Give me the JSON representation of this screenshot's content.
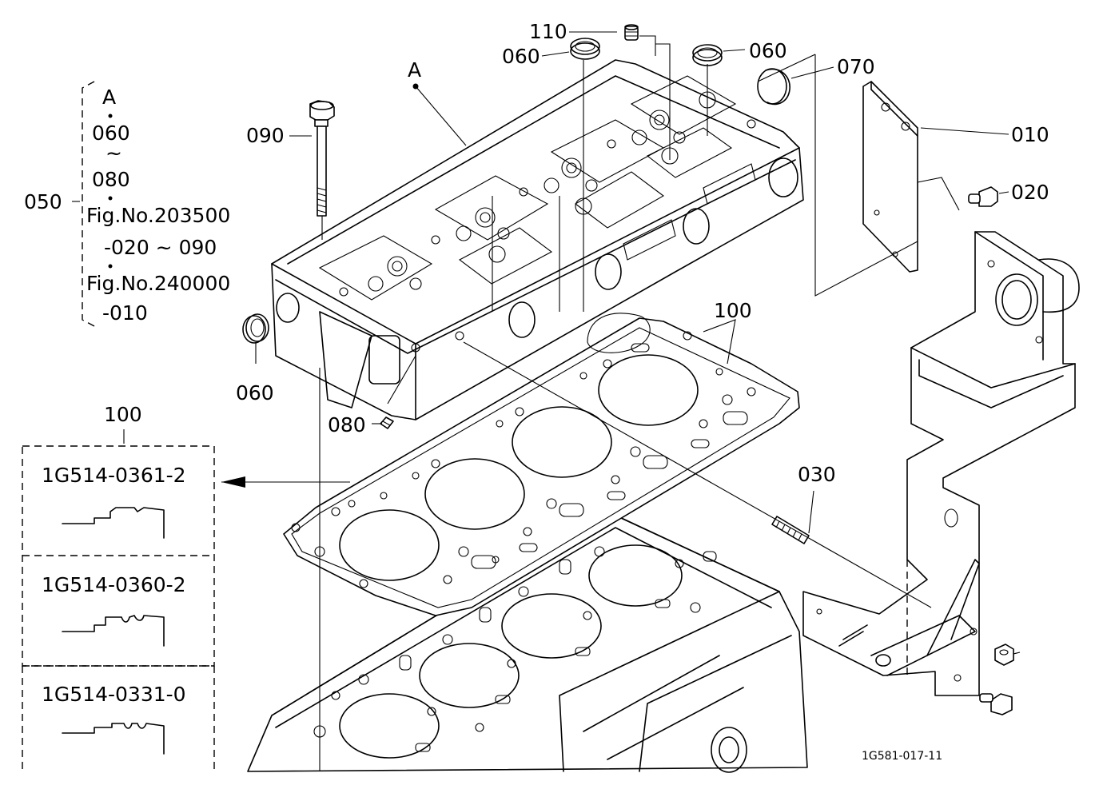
{
  "callouts": {
    "p010": "010",
    "p020": "020",
    "p030": "030",
    "p050": "050",
    "p060_top": "060",
    "p060_top_right": "060",
    "p060_left": "060",
    "p070": "070",
    "p080": "080",
    "p090": "090",
    "p100_gasket": "100",
    "p100_table": "100",
    "p110": "110",
    "point_a": "A"
  },
  "kit_note": {
    "lines": [
      "A",
      "060",
      "~",
      "080",
      "Fig.No.203500",
      "-020 ~ 090",
      "Fig.No.240000",
      "-010"
    ]
  },
  "gasket_options": [
    {
      "part_number": "1G514-0361-2"
    },
    {
      "part_number": "1G514-0360-2"
    },
    {
      "part_number": "1G514-0331-0"
    }
  ],
  "drawing_code": "1G581-017-11"
}
